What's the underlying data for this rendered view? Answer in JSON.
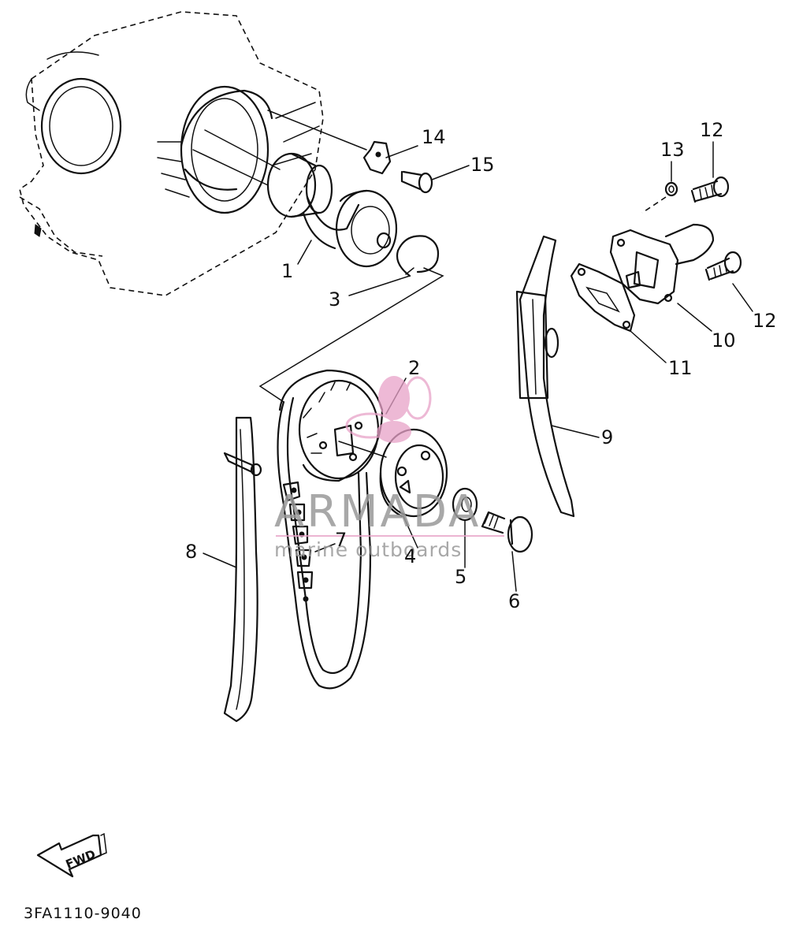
{
  "diagram": {
    "drawing_code": "3FA1110-9040",
    "direction_label": "FWD",
    "callouts": [
      {
        "id": "c1",
        "label": "1"
      },
      {
        "id": "c2",
        "label": "2"
      },
      {
        "id": "c3",
        "label": "3"
      },
      {
        "id": "c4",
        "label": "4"
      },
      {
        "id": "c5",
        "label": "5"
      },
      {
        "id": "c6",
        "label": "6"
      },
      {
        "id": "c7",
        "label": "7"
      },
      {
        "id": "c8",
        "label": "8"
      },
      {
        "id": "c9",
        "label": "9"
      },
      {
        "id": "c10",
        "label": "10"
      },
      {
        "id": "c11",
        "label": "11"
      },
      {
        "id": "c12a",
        "label": "12"
      },
      {
        "id": "c12b",
        "label": "12"
      },
      {
        "id": "c13",
        "label": "13"
      },
      {
        "id": "c14",
        "label": "14"
      },
      {
        "id": "c15",
        "label": "15"
      }
    ]
  },
  "watermark": {
    "brand": "ARMADA",
    "tagline": "marine outboards",
    "brand_color": "#e8a2c8"
  }
}
